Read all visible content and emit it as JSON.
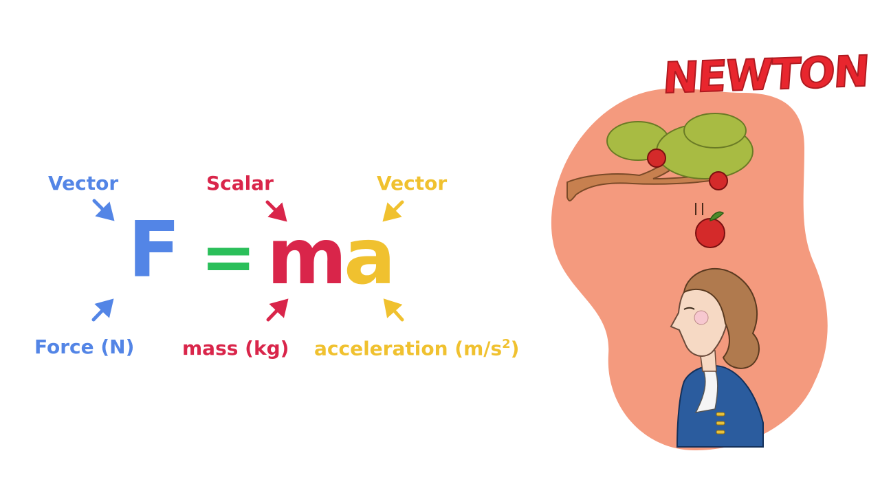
{
  "equation": {
    "force_symbol": "F",
    "equals": "=",
    "mass_symbol": "m",
    "accel_symbol": "a"
  },
  "labels": {
    "force_type": "Vector",
    "mass_type": "Scalar",
    "accel_type": "Vector",
    "force_name": "Force (N)",
    "mass_name": "mass (kg)",
    "accel_name": "acceleration (m/s",
    "accel_exponent": "2",
    "accel_close": ")"
  },
  "illustration": {
    "title": "NEWTON"
  },
  "colors": {
    "force": "#5385e6",
    "mass": "#d9254a",
    "accel": "#f0c12f",
    "equals": "#2bbf5a",
    "blob": "#f49a7e",
    "title": "#e8262e"
  }
}
